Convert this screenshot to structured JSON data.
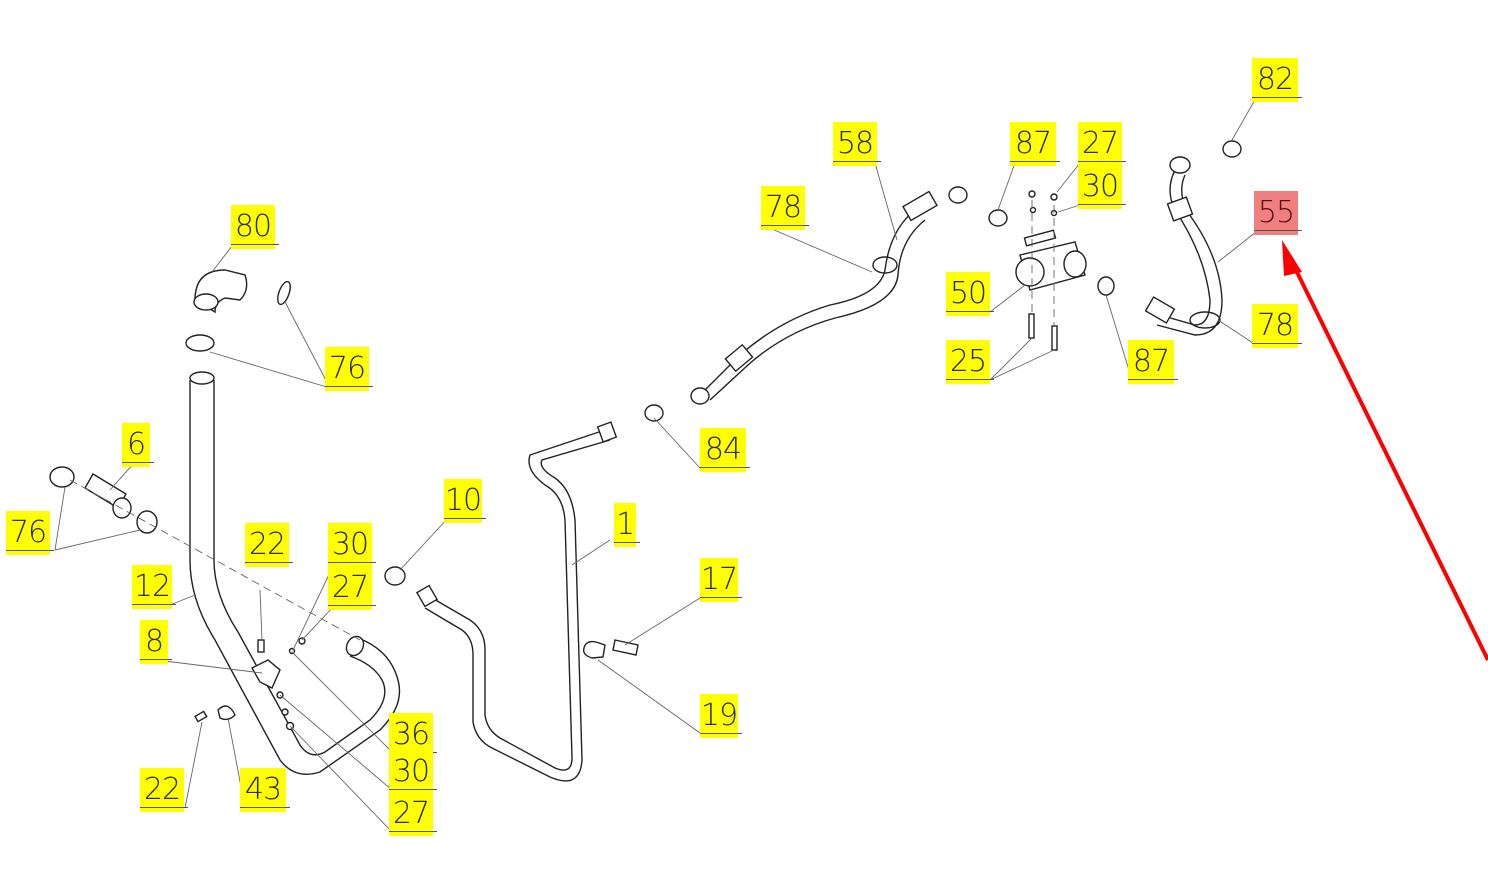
{
  "diagram": {
    "title": "Exploded parts diagram - fuel lines",
    "highlight_color": "#f08080",
    "callout_color": "#ffff00",
    "arrow_color": "#ff0000",
    "highlighted_part": "55",
    "callouts": [
      {
        "id": "c80",
        "label": "80"
      },
      {
        "id": "c76a",
        "label": "76"
      },
      {
        "id": "c6",
        "label": "6"
      },
      {
        "id": "c76b",
        "label": "76"
      },
      {
        "id": "c12",
        "label": "12"
      },
      {
        "id": "c22a",
        "label": "22"
      },
      {
        "id": "c30a",
        "label": "30"
      },
      {
        "id": "c27a",
        "label": "27"
      },
      {
        "id": "c8",
        "label": "8"
      },
      {
        "id": "c36",
        "label": "36"
      },
      {
        "id": "c30b",
        "label": "30"
      },
      {
        "id": "c27b",
        "label": "27"
      },
      {
        "id": "c22b",
        "label": "22"
      },
      {
        "id": "c43",
        "label": "43"
      },
      {
        "id": "c10",
        "label": "10"
      },
      {
        "id": "c1",
        "label": "1"
      },
      {
        "id": "c84",
        "label": "84"
      },
      {
        "id": "c17",
        "label": "17"
      },
      {
        "id": "c19",
        "label": "19"
      },
      {
        "id": "c58",
        "label": "58"
      },
      {
        "id": "c78a",
        "label": "78"
      },
      {
        "id": "c87a",
        "label": "87"
      },
      {
        "id": "c27c",
        "label": "27"
      },
      {
        "id": "c30c",
        "label": "30"
      },
      {
        "id": "c50",
        "label": "50"
      },
      {
        "id": "c25",
        "label": "25"
      },
      {
        "id": "c87b",
        "label": "87"
      },
      {
        "id": "c82",
        "label": "82"
      },
      {
        "id": "c55",
        "label": "55"
      },
      {
        "id": "c78b",
        "label": "78"
      }
    ]
  }
}
